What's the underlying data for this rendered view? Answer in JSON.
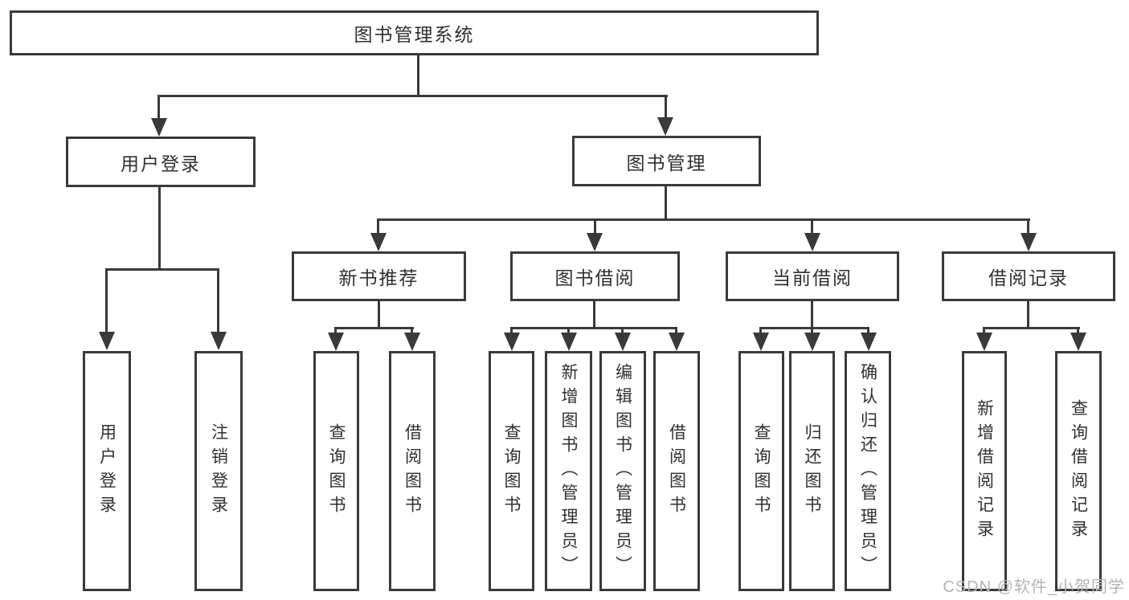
{
  "diagram": {
    "root": {
      "label": "图书管理系统"
    },
    "branches": [
      {
        "label": "用户登录",
        "children": [
          "用户登录",
          "注销登录"
        ]
      },
      {
        "label": "图书管理",
        "sections": [
          {
            "label": "新书推荐",
            "children": [
              "查询图书",
              "借阅图书"
            ]
          },
          {
            "label": "图书借阅",
            "children": [
              "查询图书",
              "新增图书（管理员）",
              "编辑图书（管理员）",
              "借阅图书"
            ]
          },
          {
            "label": "当前借阅",
            "children": [
              "查询图书",
              "归还图书",
              "确认归还（管理员）"
            ]
          },
          {
            "label": "借阅记录",
            "children": [
              "新增借阅记录",
              "查询借阅记录"
            ]
          }
        ]
      }
    ],
    "line_color": "#3a3a3a",
    "text_color": "#303030"
  },
  "watermark": {
    "text": "CSDN @软件_小贺同学"
  }
}
